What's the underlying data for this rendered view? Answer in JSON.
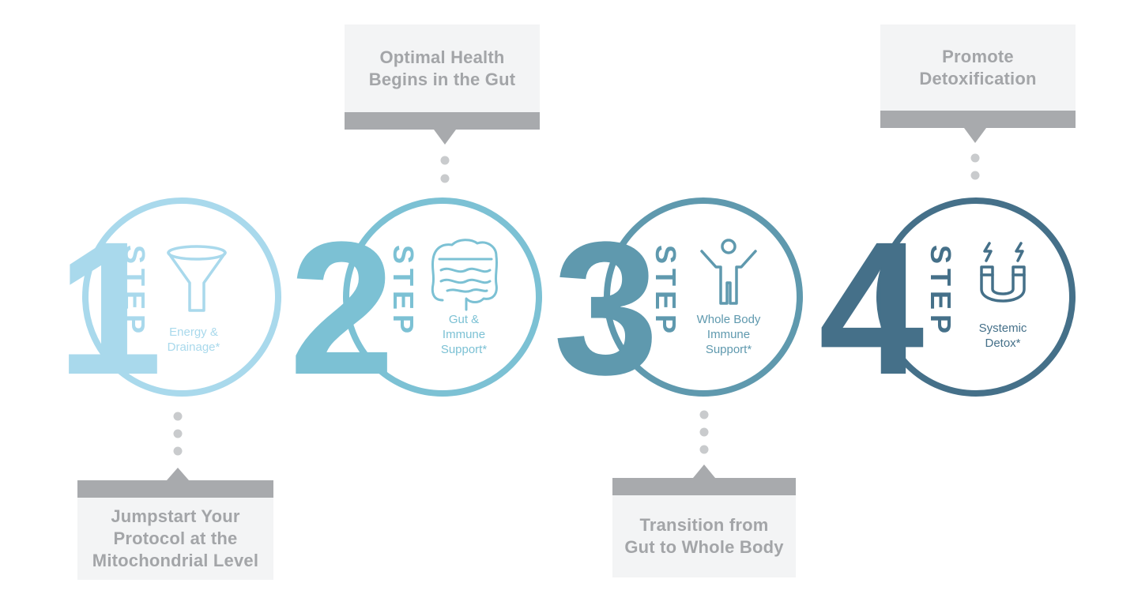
{
  "colors": {
    "step1": "#a9d9ec",
    "step2": "#7cc1d4",
    "step3": "#5f99ae",
    "step4": "#457089",
    "callout_text": "#a3a5a8",
    "callout_bg": "#f3f4f5",
    "callout_bar": "#a8aaad",
    "dots": "#c9cbcd"
  },
  "steps": [
    {
      "number": "1",
      "word": "STEP",
      "label": "Energy &\nDrainage*",
      "icon": "funnel-icon"
    },
    {
      "number": "2",
      "word": "STEP",
      "label": "Gut &\nImmune\nSupport*",
      "icon": "intestine-icon"
    },
    {
      "number": "3",
      "word": "STEP",
      "label": "Whole Body\nImmune\nSupport*",
      "icon": "person-icon"
    },
    {
      "number": "4",
      "word": "STEP",
      "label": "Systemic\nDetox*",
      "icon": "magnet-icon"
    }
  ],
  "callouts": {
    "step1": "Jumpstart Your\nProtocol at the\nMitochondrial Level",
    "step2": "Optimal Health\nBegins in the Gut",
    "step3": "Transition from\nGut to Whole Body",
    "step4": "Promote\nDetoxification"
  }
}
